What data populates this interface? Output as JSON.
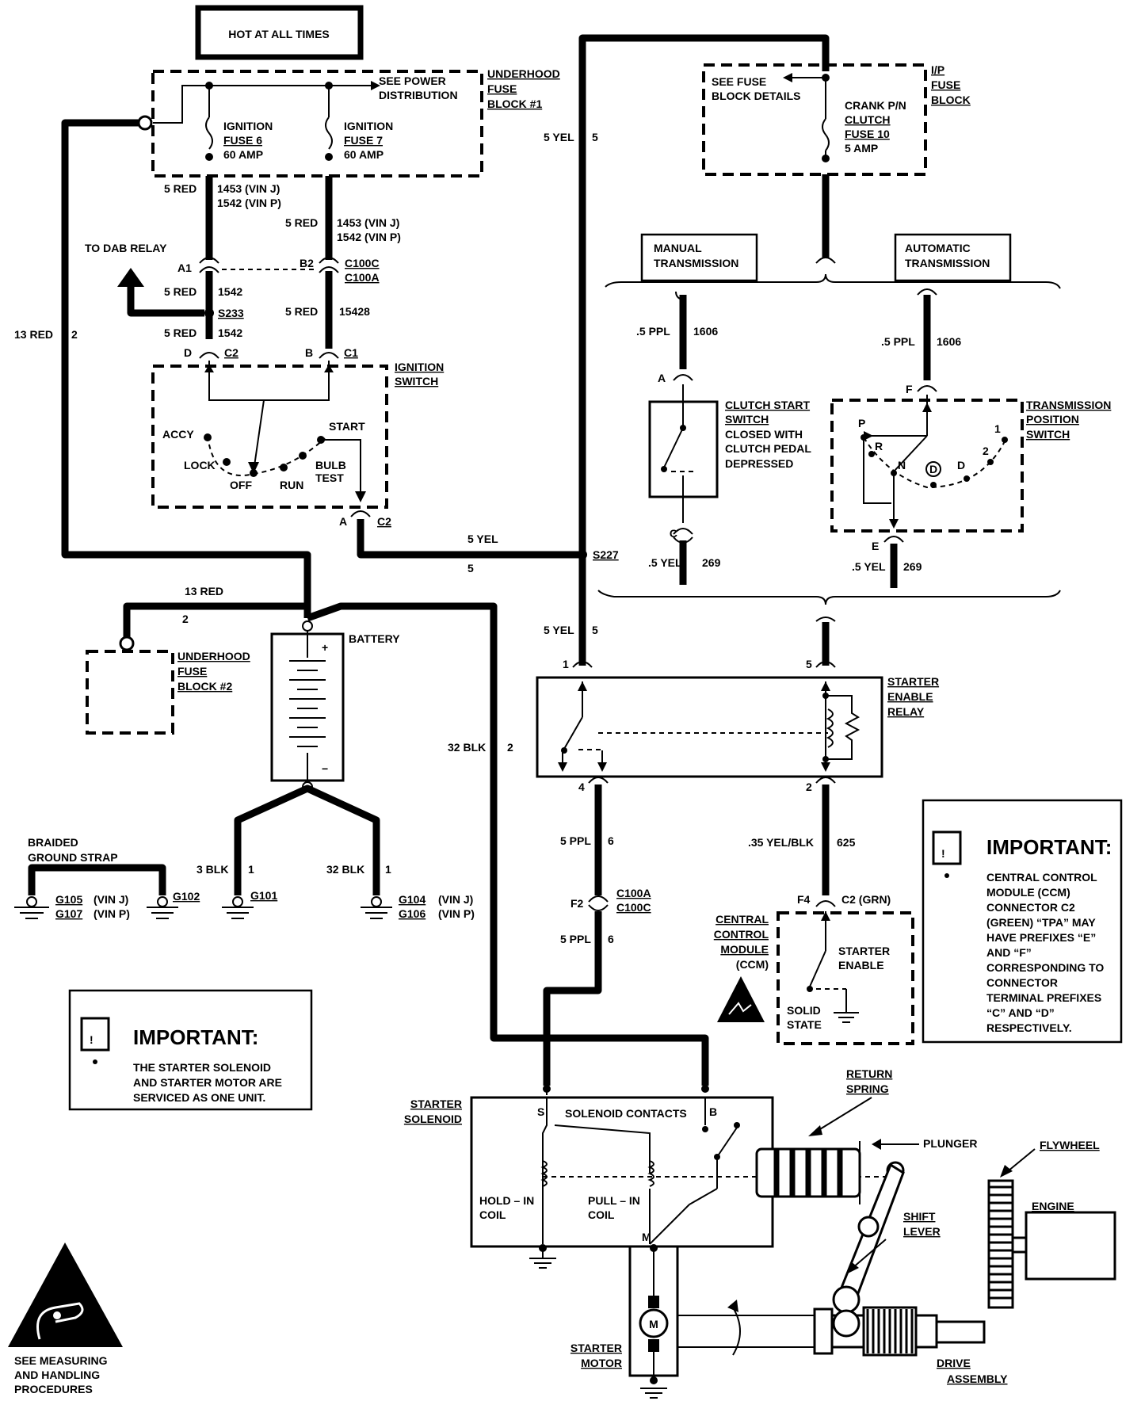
{
  "header": {
    "hot_label": "HOT AT ALL TIMES"
  },
  "fuse_block_1": {
    "title": [
      "UNDERHOOD",
      "FUSE",
      "BLOCK #1"
    ],
    "see_power": [
      "SEE POWER",
      "DISTRIBUTION"
    ],
    "fuse6": [
      "IGNITION",
      "FUSE 6",
      "60 AMP"
    ],
    "fuse7": [
      "IGNITION",
      "FUSE 7",
      "60 AMP"
    ]
  },
  "ip_fuse_block": {
    "title": [
      "I/P",
      "FUSE",
      "BLOCK"
    ],
    "see_fuse": [
      "SEE FUSE",
      "BLOCK DETAILS"
    ],
    "fuse10": [
      "CRANK P/N",
      "CLUTCH",
      "FUSE 10",
      "5 AMP"
    ]
  },
  "wires": {
    "w_5red_a": "5 RED",
    "w_1453_a": "1453  (VIN J)",
    "w_1542_a": "1542  (VIN P)",
    "w_5red_b": "5 RED",
    "w_1453_b": "1453  (VIN J)",
    "w_1542_b": "1542  (VIN P)",
    "to_dab": "TO DAB RELAY",
    "a1": "A1",
    "b2": "B2",
    "c100c": "C100C",
    "c100a": "C100A",
    "w_5red_c": "5 RED",
    "w_1542_c": "1542",
    "s233": "S233",
    "w_5red_d": "5 RED",
    "w_15428": "15428",
    "w_5red_e": "5 RED",
    "w_1542_e": "1542",
    "d": "D",
    "c2_d": "C2",
    "b": "B",
    "c1": "C1",
    "w_13red_2": "13 RED",
    "w_2_a": "2",
    "w_5yel_top": "5 YEL",
    "w_5_top": "5",
    "a_c2": "A",
    "c2_a": "C2",
    "w_5yel_mid": "5 YEL",
    "w_5_mid": "5",
    "s227": "S227",
    "w_13red_b": "13 RED",
    "w_2_b": "2",
    "w_5yel_low": "5 YEL",
    "w_5_low": "5",
    "w_32blk_2": "32 BLK",
    "w_2_c": "2",
    "w_3blk": "3 BLK",
    "w_1_a": "1",
    "w_32blk_1": "32 BLK",
    "w_1_b": "1",
    "w_5ppl_a": "5 PPL",
    "w_6_a": "6",
    "f2": "F2",
    "c100a_b": "C100A",
    "c100c_b": "C100C",
    "w_5ppl_b": "5 PPL",
    "w_6_b": "6",
    "w_35yelblk": ".35 YEL/BLK",
    "w_625": "625",
    "f4": "F4",
    "c2_grn": "C2  (GRN)",
    "w_5ppl_m": ".5 PPL",
    "w_1606_m": "1606",
    "w_5ppl_at": ".5 PPL",
    "w_1606_at": "1606",
    "a_clutch": "A",
    "c_clutch": "C",
    "f_tps": "F",
    "e_tps": "E",
    "w_5yel_m": ".5 YEL",
    "w_269_m": "269",
    "w_5yel_at": ".5 YEL",
    "w_269_at": "269",
    "pin1": "1",
    "pin5": "5",
    "pin4": "4",
    "pin2": "2"
  },
  "ignition_switch": {
    "title": [
      "IGNITION",
      "SWITCH"
    ],
    "positions": {
      "accy": "ACCY",
      "lock": "LOCK",
      "off": "OFF",
      "run": "RUN",
      "start": "START",
      "bulb": "BULB",
      "test": "TEST"
    }
  },
  "trans_labels": {
    "manual": [
      "MANUAL",
      "TRANSMISSION"
    ],
    "automatic": [
      "AUTOMATIC",
      "TRANSMISSION"
    ]
  },
  "clutch_switch": {
    "title": [
      "CLUTCH START",
      "SWITCH"
    ],
    "desc": [
      "CLOSED WITH",
      "CLUTCH PEDAL",
      "DEPRESSED"
    ]
  },
  "tps": {
    "title": [
      "TRANSMISSION",
      "POSITION",
      "SWITCH"
    ],
    "p": "P",
    "r": "R",
    "n": "N",
    "d_circle": "D",
    "d": "D",
    "two": "2",
    "one": "1"
  },
  "battery": {
    "title": "BATTERY",
    "plus": "+",
    "minus": "−"
  },
  "fuse_block_2": {
    "title": [
      "UNDERHOOD",
      "FUSE",
      "BLOCK #2"
    ]
  },
  "relay": {
    "title": [
      "STARTER",
      "ENABLE",
      "RELAY"
    ]
  },
  "grounds": {
    "braided": [
      "BRAIDED",
      "GROUND STRAP"
    ],
    "g105": "G105",
    "vinj_a": "(VIN J)",
    "g107": "G107",
    "vinp_a": "(VIN P)",
    "g102": "G102",
    "g101": "G101",
    "g104": "G104",
    "vinj_b": "(VIN J)",
    "g106": "G106",
    "vinp_b": "(VIN P)"
  },
  "ccm": {
    "title": [
      "CENTRAL",
      "CONTROL",
      "MODULE",
      "(CCM)"
    ],
    "starter_enable": [
      "STARTER",
      "ENABLE"
    ],
    "solid_state": [
      "SOLID",
      "STATE"
    ]
  },
  "important_right": {
    "title": "IMPORTANT:",
    "text": [
      "CENTRAL CONTROL",
      "MODULE (CCM)",
      "CONNECTOR C2",
      "(GREEN) “TPA” MAY",
      "HAVE PREFIXES “E”",
      "AND “F”",
      "CORRESPONDING TO",
      "CONNECTOR",
      "TERMINAL PREFIXES",
      "“C” AND “D”",
      "RESPECTIVELY."
    ]
  },
  "important_left": {
    "title": "IMPORTANT:",
    "text": [
      "THE STARTER SOLENOID",
      "AND STARTER MOTOR ARE",
      "SERVICED AS ONE UNIT."
    ]
  },
  "solenoid": {
    "title": [
      "STARTER",
      "SOLENOID"
    ],
    "contacts": "SOLENOID CONTACTS",
    "s": "S",
    "b": "B",
    "m": "M",
    "hold": [
      "HOLD – IN",
      "COIL"
    ],
    "pull": [
      "PULL – IN",
      "COIL"
    ]
  },
  "mech": {
    "return_spring": [
      "RETURN",
      "SPRING"
    ],
    "plunger": "PLUNGER",
    "flywheel": "FLYWHEEL",
    "engine": "ENGINE",
    "shift_lever": [
      "SHIFT",
      "LEVER"
    ],
    "drive": [
      "DRIVE",
      "ASSEMBLY"
    ],
    "starter_motor": [
      "STARTER",
      "MOTOR"
    ],
    "motor_m": "M"
  },
  "esd": {
    "text": [
      "SEE MEASURING",
      "AND HANDLING",
      "PROCEDURES"
    ]
  }
}
